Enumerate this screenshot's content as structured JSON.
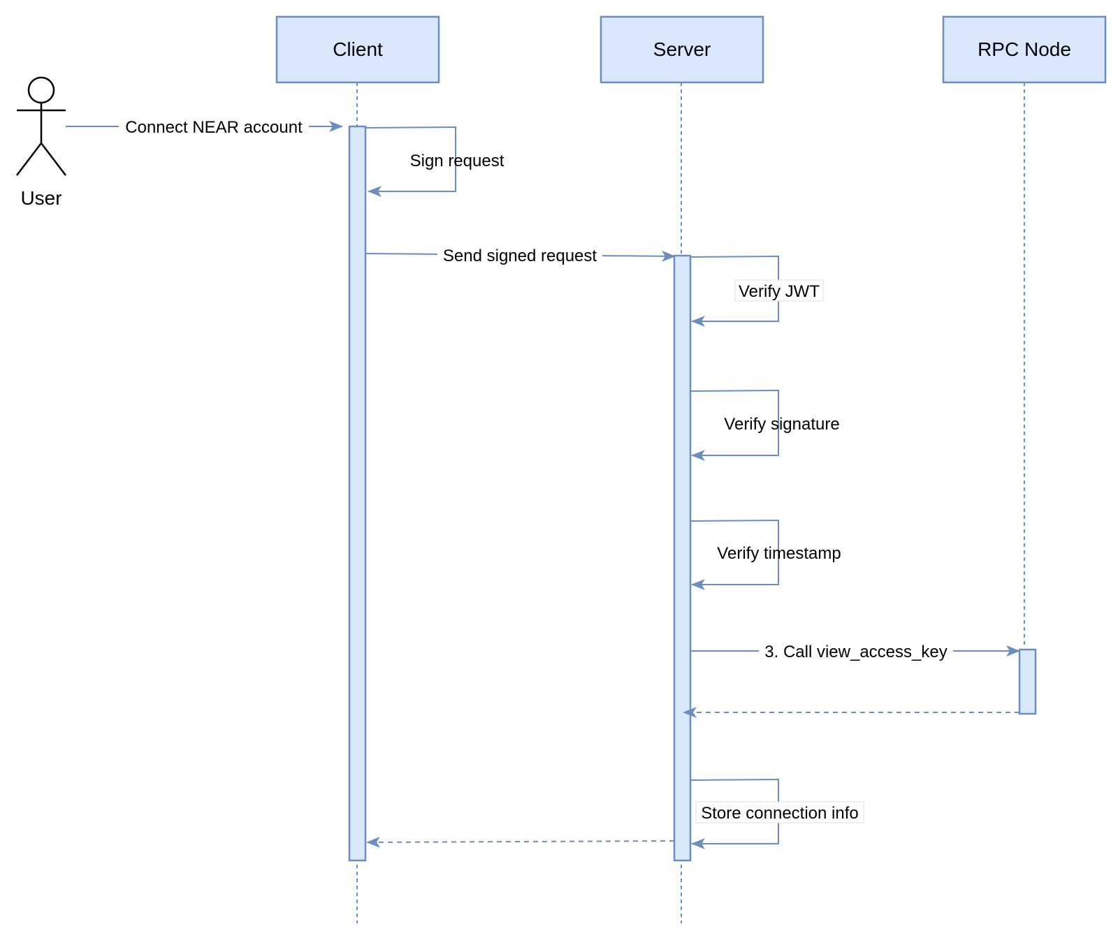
{
  "actor": {
    "label": "User"
  },
  "participants": {
    "client": "Client",
    "server": "Server",
    "rpc": "RPC Node"
  },
  "messages": {
    "connect": "Connect NEAR account",
    "sign": "Sign request",
    "send": "Send signed request",
    "verify_jwt": "Verify JWT",
    "verify_signature": "Verify signature",
    "verify_timestamp": "Verify timestamp",
    "call_view_access_key": "3. Call view_access_key",
    "store_connection": "Store connection info"
  },
  "colors": {
    "box_fill": "#dae8fc",
    "box_stroke": "#6c8ebf"
  }
}
